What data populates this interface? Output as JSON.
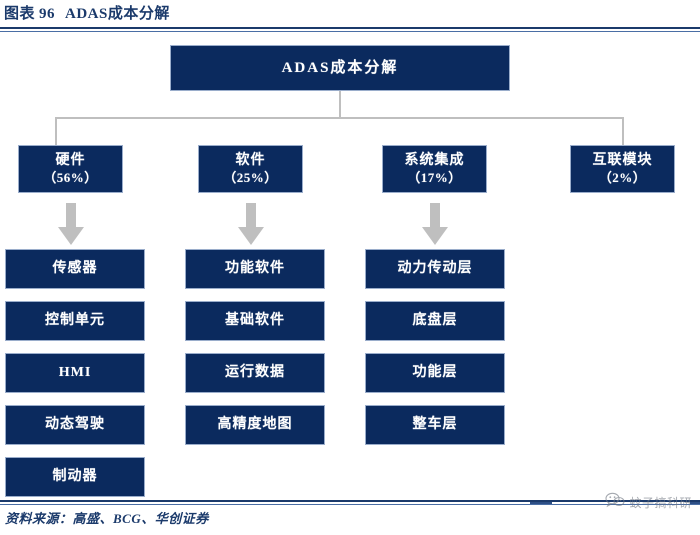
{
  "figure": {
    "label": "图表",
    "number": "96",
    "title": "ADAS成本分解"
  },
  "diagram": {
    "root": {
      "label": "ADAS成本分解"
    },
    "branches": [
      {
        "name": "硬件",
        "share": "（56%）",
        "children": [
          "传感器",
          "控制单元",
          "HMI",
          "动态驾驶",
          "制动器"
        ]
      },
      {
        "name": "软件",
        "share": "（25%）",
        "children": [
          "功能软件",
          "基础软件",
          "运行数据",
          "高精度地图"
        ]
      },
      {
        "name": "系统集成",
        "share": "（17%）",
        "children": [
          "动力传动层",
          "底盘层",
          "功能层",
          "整车层"
        ]
      },
      {
        "name": "互联模块",
        "share": "（2%）",
        "children": []
      }
    ]
  },
  "source": {
    "text": "资料来源：高盛、BCG、华创证券"
  },
  "watermark": {
    "icon": "wechat-icon",
    "text": "蚊子搞科研"
  },
  "colors": {
    "box_fill": "#0b2a5e",
    "box_border": "#9aadcb",
    "title_blue": "#1b3a6b",
    "connector_gray": "#bfbfbf",
    "arrow_gray": "#bfbfbf"
  }
}
